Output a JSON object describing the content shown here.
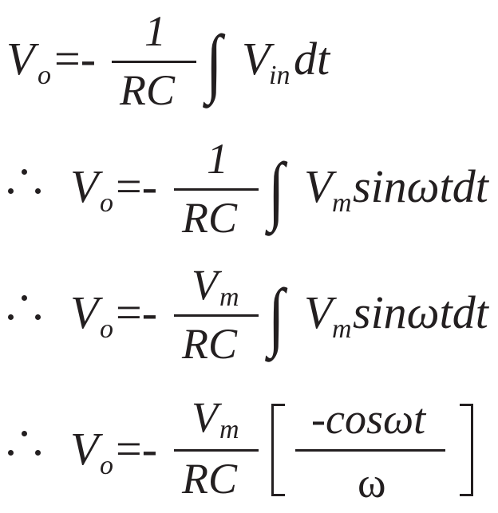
{
  "equations": [
    {
      "lhs": "V",
      "lhs_sub": "o",
      "eq": "=-",
      "num": "1",
      "den": "RC",
      "integral": "∫",
      "body": "V",
      "body_sub": "in",
      "tail": "dt"
    },
    {
      "therefore": "∴",
      "lhs": "V",
      "lhs_sub": "o",
      "eq": "=-",
      "num": "1",
      "den": "RC",
      "integral": "∫",
      "body": "V",
      "body_sub": "m",
      "tail": "sinωtdt"
    },
    {
      "therefore": "∴",
      "lhs": "V",
      "lhs_sub": "o",
      "eq": "=-",
      "num": "V",
      "num_sub": "m",
      "den": "RC",
      "integral": "∫",
      "body": "V",
      "body_sub": "m",
      "tail": "sinωtdt"
    },
    {
      "therefore": "∴",
      "lhs": "V",
      "lhs_sub": "o",
      "eq": "=-",
      "num": "V",
      "num_sub": "m",
      "den": "RC",
      "inner_num": "-cosωt",
      "inner_den": "ω"
    }
  ]
}
